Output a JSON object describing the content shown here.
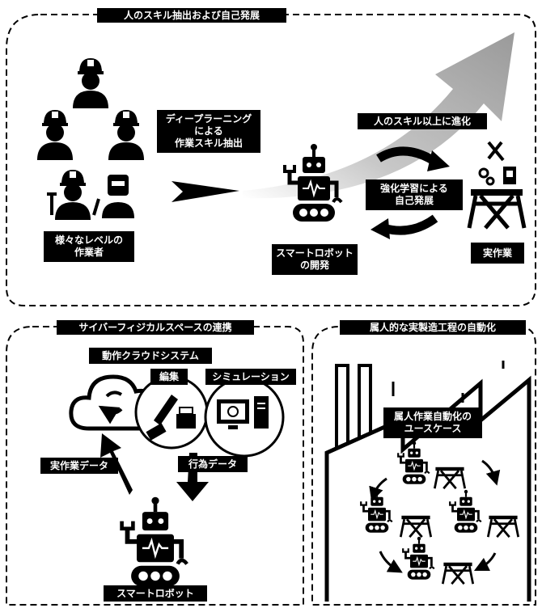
{
  "panel_top": {
    "title": "人のスキル抽出および自己発展",
    "workers_label": [
      "様々なレベルの",
      "作業者"
    ],
    "deep_learning_label": [
      "ディープラーニング",
      "による",
      "作業スキル抽出"
    ],
    "robot_dev_label": [
      "スマートロボット",
      "の開発"
    ],
    "evolution_label": "人のスキル以上に進化",
    "rl_label": [
      "強化学習による",
      "自己発展"
    ],
    "real_work_label": "実作業"
  },
  "panel_left": {
    "title": "サイバーフィジカルスペースの連携",
    "cloud_label": "動作クラウドシステム",
    "edit_label": "編集",
    "sim_label": "シミュレーション",
    "real_data_label": "実作業データ",
    "action_data_label": "行為データ",
    "robot_label": "スマートロボット"
  },
  "panel_right": {
    "title": "属人的な実製造工程の自動化",
    "usecase_label": [
      "属人作業自動化の",
      "ユースケース"
    ]
  },
  "colors": {
    "ink": "#000000",
    "paper": "#ffffff",
    "arrow_gray": "#a8a8a8"
  }
}
